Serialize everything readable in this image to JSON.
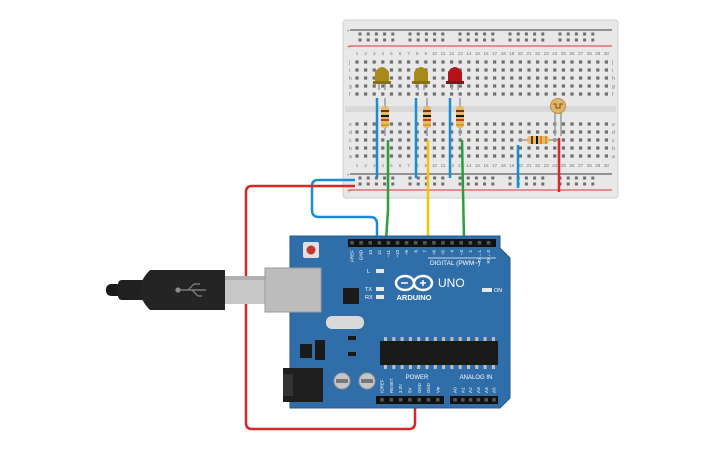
{
  "colors": {
    "wire_red": "#d62828",
    "wire_blue": "#1c8bd6",
    "wire_green": "#2e9e3a",
    "wire_yellow": "#f1c40f",
    "board": "#2f6ea8",
    "breadboard": "#e9e9e9",
    "led_yellow": "#a88a1a",
    "led_red": "#b3141b"
  },
  "breadboard": {
    "column_numbers": [
      "1",
      "2",
      "3",
      "4",
      "5",
      "6",
      "7",
      "8",
      "9",
      "10",
      "11",
      "12",
      "13",
      "14",
      "15",
      "16",
      "17",
      "18",
      "19",
      "20",
      "21",
      "22",
      "23",
      "24",
      "25",
      "26",
      "27",
      "28",
      "29",
      "30"
    ],
    "row_letters_top": [
      "j",
      "i",
      "h",
      "g",
      "f"
    ],
    "row_letters_bottom": [
      "e",
      "d",
      "c",
      "b",
      "a"
    ],
    "rail_plus": "+",
    "rail_minus": "-"
  },
  "arduino": {
    "brand": "ARDUINO",
    "model": "UNO",
    "digital_header": "DIGITAL (PWM~)",
    "power_header": "POWER",
    "analog_header": "ANALOG IN",
    "on_label": "ON",
    "led_labels": [
      "L",
      "TX",
      "RX"
    ],
    "digital_pins": [
      "AREF",
      "GND",
      "13",
      "12",
      "~11",
      "~10",
      "~9",
      "8",
      "7",
      "~6",
      "~5",
      "4",
      "~3",
      "2",
      "TX→1",
      "RX←0"
    ],
    "power_pins": [
      "IOREF",
      "RESET",
      "3.3V",
      "5V",
      "GND",
      "GND",
      "Vin"
    ],
    "analog_pins": [
      "A0",
      "A1",
      "A2",
      "A3",
      "A4",
      "A5"
    ]
  },
  "components": {
    "leds": [
      "led-yellow-1",
      "led-yellow-2",
      "led-red"
    ],
    "resistors": 4,
    "photoresistor": "ldr",
    "usb_cable": "usb-b"
  }
}
